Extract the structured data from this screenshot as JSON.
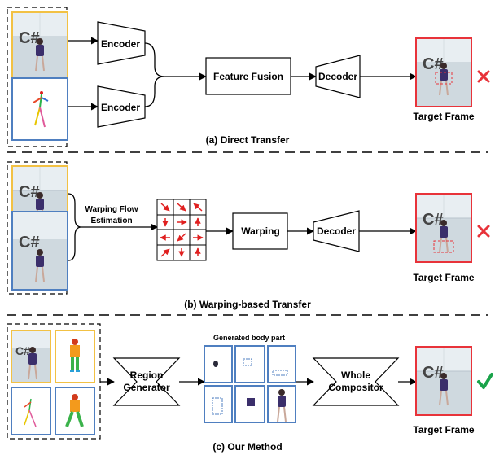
{
  "sections": {
    "a": {
      "caption": "(a) Direct Transfer",
      "encoder_top": "Encoder",
      "encoder_bottom": "Encoder",
      "fusion": "Feature Fusion",
      "decoder": "Decoder",
      "target": "Target Frame",
      "result_icon": "cross-icon"
    },
    "b": {
      "caption": "(b) Warping-based Transfer",
      "flow_label_1": "Warping Flow",
      "flow_label_2": "Estimation",
      "warping": "Warping",
      "decoder": "Decoder",
      "target": "Target Frame",
      "result_icon": "cross-icon"
    },
    "c": {
      "caption": "(c) Our Method",
      "region_1": "Region",
      "region_2": "Generator",
      "parts_title": "Generated body part",
      "whole_1": "Whole",
      "whole_2": "Compositor",
      "target": "Target Frame",
      "result_icon": "check-icon"
    }
  },
  "colors": {
    "source_border": "#f2c144",
    "pose_border": "#4f7fc0",
    "target_border": "#e8333a",
    "cross": "#e8333a",
    "check": "#1aa34a",
    "flow_arrow": "#e02020"
  }
}
